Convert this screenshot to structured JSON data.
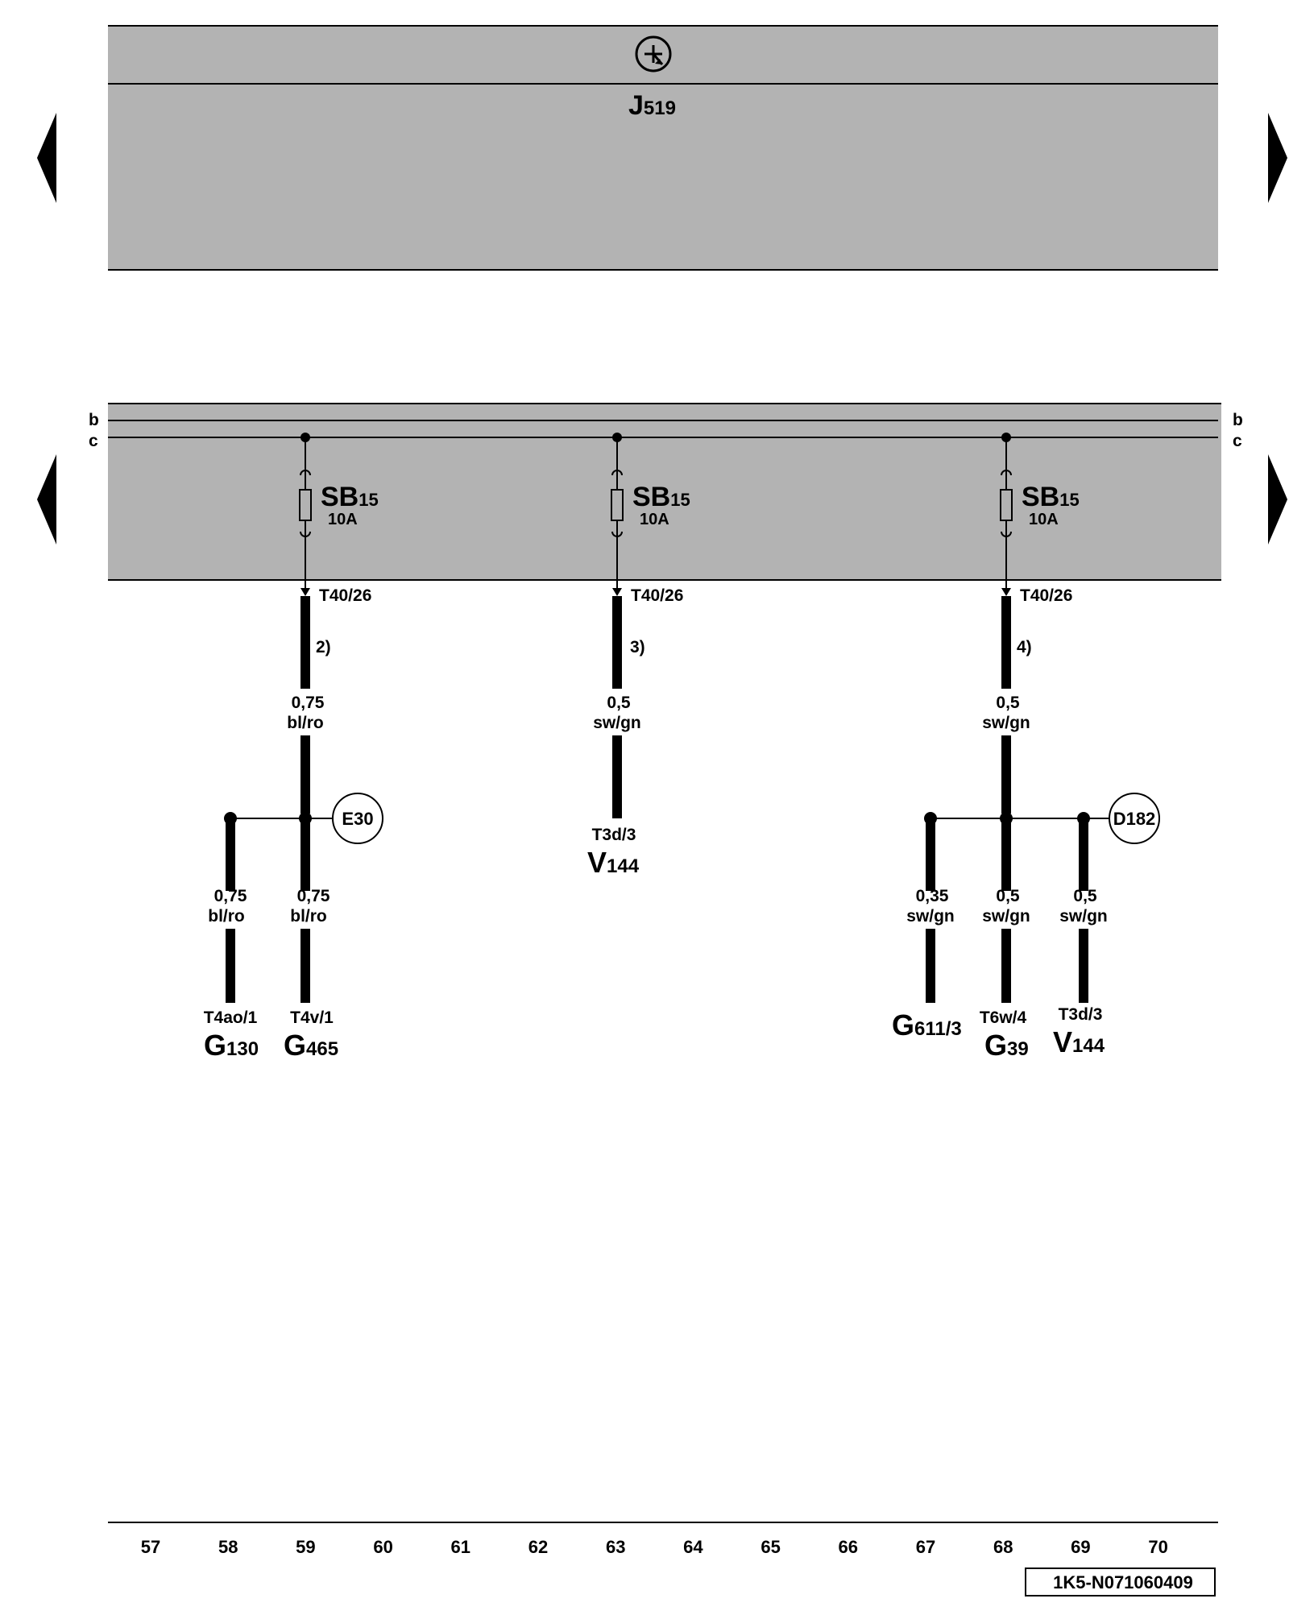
{
  "top_module": {
    "icon": "transistor-icon",
    "name_main": "J",
    "name_sub": "519"
  },
  "bus_labels": {
    "b": "b",
    "c": "c"
  },
  "columns": [
    {
      "fuse_main": "SB",
      "fuse_sub": "15",
      "fuse_rating": "10A",
      "connector": "T40/26",
      "footnote": "2)",
      "trunk_size": "0,75",
      "trunk_color": "bl/ro",
      "splice": "E30",
      "branches": [
        {
          "size": "0,75",
          "color": "bl/ro",
          "pin": "T4ao/1",
          "comp_main": "G",
          "comp_sub": "130"
        },
        {
          "size": "0,75",
          "color": "bl/ro",
          "pin": "T4v/1",
          "comp_main": "G",
          "comp_sub": "465"
        }
      ]
    },
    {
      "fuse_main": "SB",
      "fuse_sub": "15",
      "fuse_rating": "10A",
      "connector": "T40/26",
      "footnote": "3)",
      "trunk_size": "0,5",
      "trunk_color": "sw/gn",
      "end_pin": "T3d/3",
      "comp_main": "V",
      "comp_sub": "144"
    },
    {
      "fuse_main": "SB",
      "fuse_sub": "15",
      "fuse_rating": "10A",
      "connector": "T40/26",
      "footnote": "4)",
      "trunk_size": "0,5",
      "trunk_color": "sw/gn",
      "splice": "D182",
      "branches": [
        {
          "size": "0,35",
          "color": "sw/gn",
          "pin": "",
          "comp_main": "G",
          "comp_sub": "611/3"
        },
        {
          "size": "0,5",
          "color": "sw/gn",
          "pin": "T6w/4",
          "comp_main": "G",
          "comp_sub": "39"
        },
        {
          "size": "0,5",
          "color": "sw/gn",
          "pin": "T3d/3",
          "comp_main": "V",
          "comp_sub": "144"
        }
      ]
    }
  ],
  "grid_numbers": [
    "57",
    "58",
    "59",
    "60",
    "61",
    "62",
    "63",
    "64",
    "65",
    "66",
    "67",
    "68",
    "69",
    "70"
  ],
  "diagram_id": "1K5-N071060409",
  "colors": {
    "module_fill": "#b3b3b3",
    "line": "#000000",
    "background": "#ffffff"
  }
}
